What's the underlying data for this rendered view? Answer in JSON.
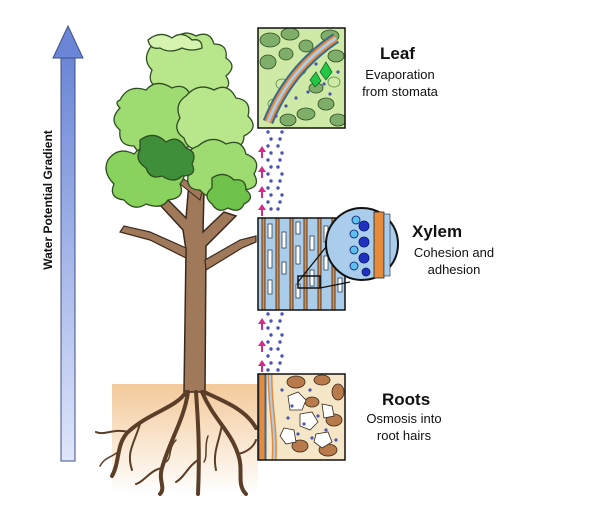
{
  "axis": {
    "label": "Water Potential Gradient"
  },
  "panels": [
    {
      "id": "leaf",
      "title": "Leaf",
      "description_lines": [
        "Evaporation",
        "from stomata"
      ]
    },
    {
      "id": "xylem",
      "title": "Xylem",
      "description_lines": [
        "Cohesion and",
        "adhesion"
      ]
    },
    {
      "id": "roots",
      "title": "Roots",
      "description_lines": [
        "Osmosis into",
        "root hairs"
      ]
    }
  ],
  "colors": {
    "gradient_arrow": "#6b86d6",
    "water_dots": "#4a55b0",
    "flow_arrows": "#d42a8a",
    "leaf_light": "#b8e68a",
    "leaf_mid": "#7fcf5a",
    "leaf_dark": "#3f8f3a",
    "trunk": "#a0785a",
    "soil": "#f3c99a",
    "xylem_blue": "#a9cdea",
    "xylem_orange": "#e68a3c"
  },
  "icons": [
    "gradient-arrow-icon",
    "tree-icon",
    "root-system-icon",
    "water-molecule-icon",
    "upward-arrow-icon"
  ]
}
